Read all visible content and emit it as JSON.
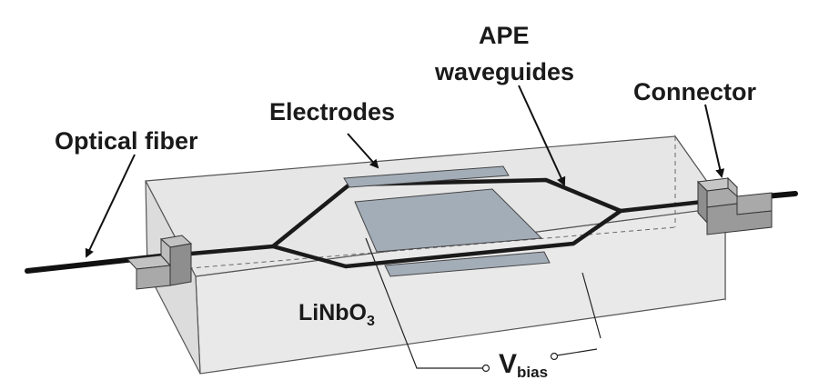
{
  "labels": {
    "optical_fiber": "Optical fiber",
    "electrodes": "Electrodes",
    "ape_line1": "APE",
    "ape_line2": "waveguides",
    "connector": "Connector",
    "substrate_main": "LiNbO",
    "substrate_sub": "3",
    "vbias_main": "V",
    "vbias_sub": "bias"
  },
  "colors": {
    "substrate_top": "#e6e6e6",
    "substrate_front": "#e9e9e9",
    "substrate_right": "#d9d9d9",
    "electrode": "#a3adb8",
    "connector_light": "#a9a9a9",
    "connector_dark": "#6f6f6f",
    "waveguide": "#1a1a1a"
  }
}
